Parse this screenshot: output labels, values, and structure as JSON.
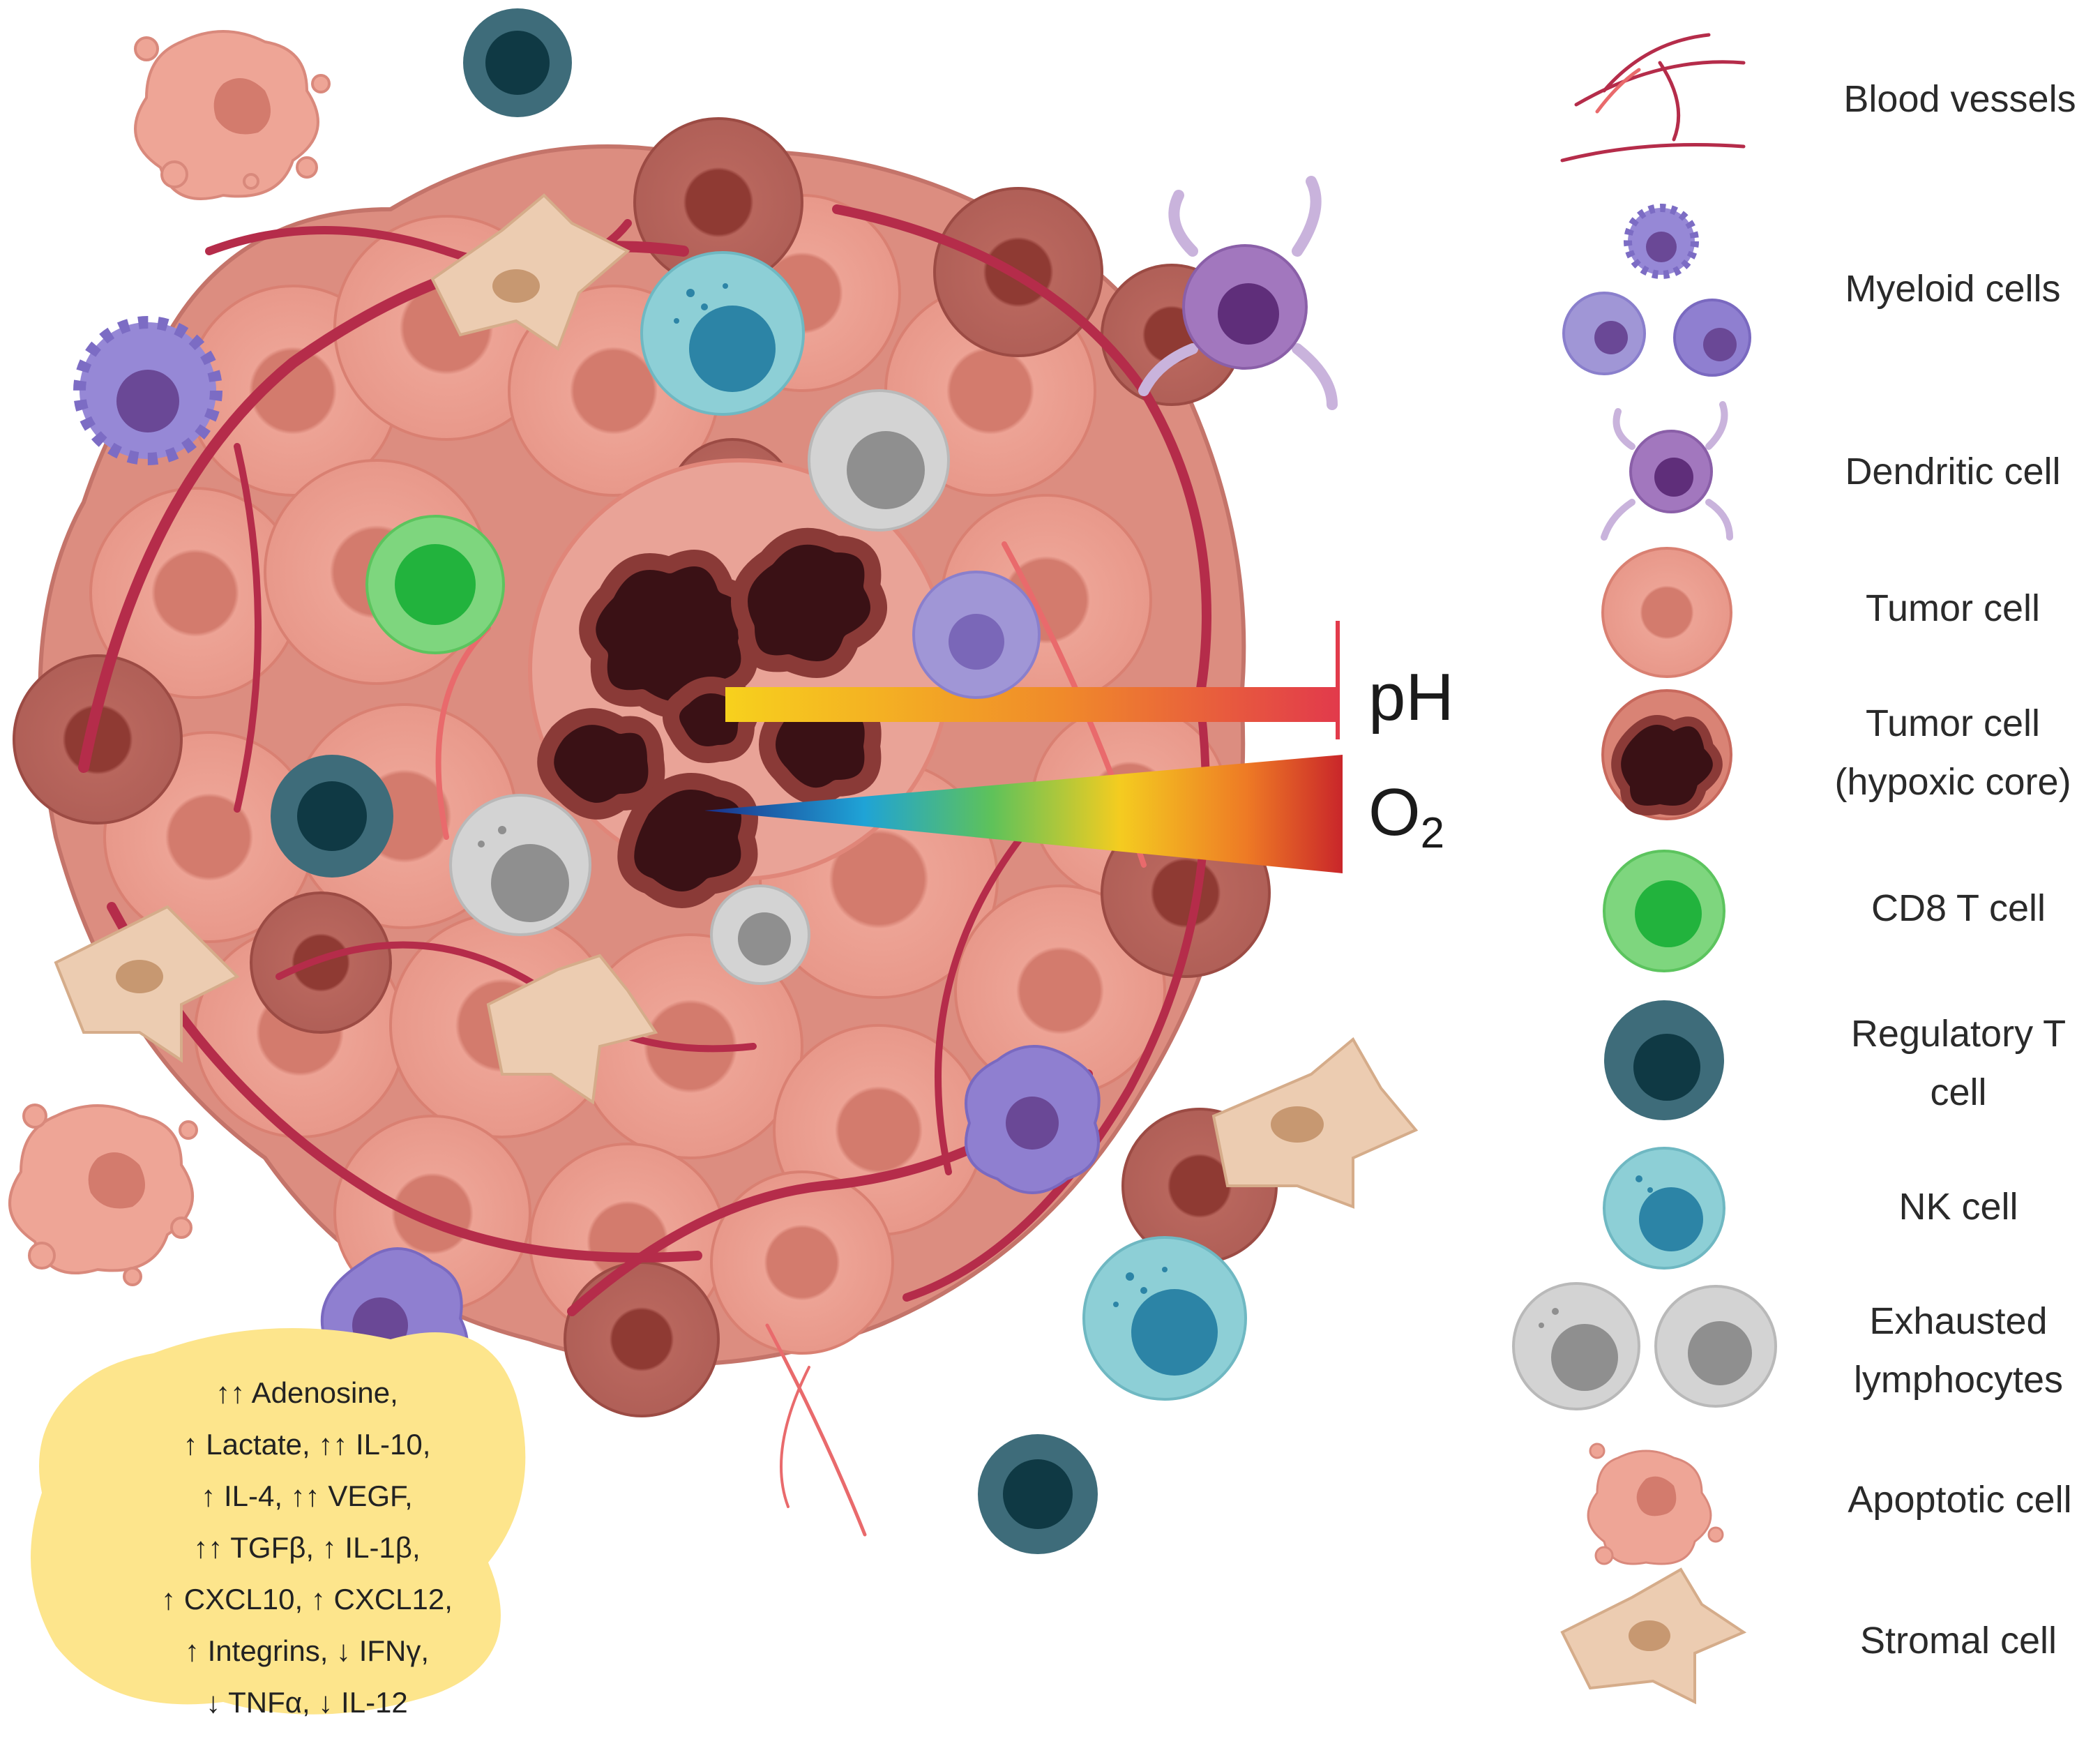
{
  "gradients": {
    "ph_label": "pH",
    "o2_label": "O",
    "o2_subscript": "2"
  },
  "legend": [
    {
      "key": "blood",
      "label": "Blood vessels",
      "icon": "blood-vessel-icon"
    },
    {
      "key": "myeloid",
      "label": "Myeloid cells",
      "icon": "myeloid-cells-icon"
    },
    {
      "key": "dendritic",
      "label": "Dendritic cell",
      "icon": "dendritic-cell-icon"
    },
    {
      "key": "tumor",
      "label": "Tumor cell",
      "icon": "tumor-cell-icon"
    },
    {
      "key": "hypoxic",
      "label": "Tumor cell\n(hypoxic core)",
      "icon": "hypoxic-tumor-cell-icon"
    },
    {
      "key": "cd8",
      "label": "CD8 T cell",
      "icon": "cd8-t-cell-icon"
    },
    {
      "key": "treg",
      "label": "Regulatory T\ncell",
      "icon": "regulatory-t-cell-icon"
    },
    {
      "key": "nk",
      "label": "NK cell",
      "icon": "nk-cell-icon"
    },
    {
      "key": "exhausted",
      "label": "Exhausted\nlymphocytes",
      "icon": "exhausted-lymphocytes-icon"
    },
    {
      "key": "apoptotic",
      "label": "Apoptotic cell",
      "icon": "apoptotic-cell-icon"
    },
    {
      "key": "stromal",
      "label": "Stromal cell",
      "icon": "stromal-cell-icon"
    }
  ],
  "cytokines": [
    "↑↑ Adenosine,",
    "↑ Lactate, ↑↑ IL-10,",
    "↑ IL-4, ↑↑ VEGF,",
    "↑↑ TGFβ, ↑ IL-1β,",
    "↑ CXCL10, ↑ CXCL12,",
    "↑ Integrins, ↓ IFNγ,",
    "↓ TNFα, ↓ IL-12"
  ],
  "colors": {
    "tumor_fill": "#e8988a",
    "tumor_dark": "#b5625a",
    "vessel": "#b52c4a",
    "myeloid": "#8f7fd0",
    "dendritic": "#8a4fa8",
    "cd8": "#3cc24a",
    "treg": "#1f4e5c",
    "nk": "#2c84a6",
    "exhausted": "#9b9b9b",
    "stromal": "#d9b191",
    "blob": "#fde58c"
  }
}
